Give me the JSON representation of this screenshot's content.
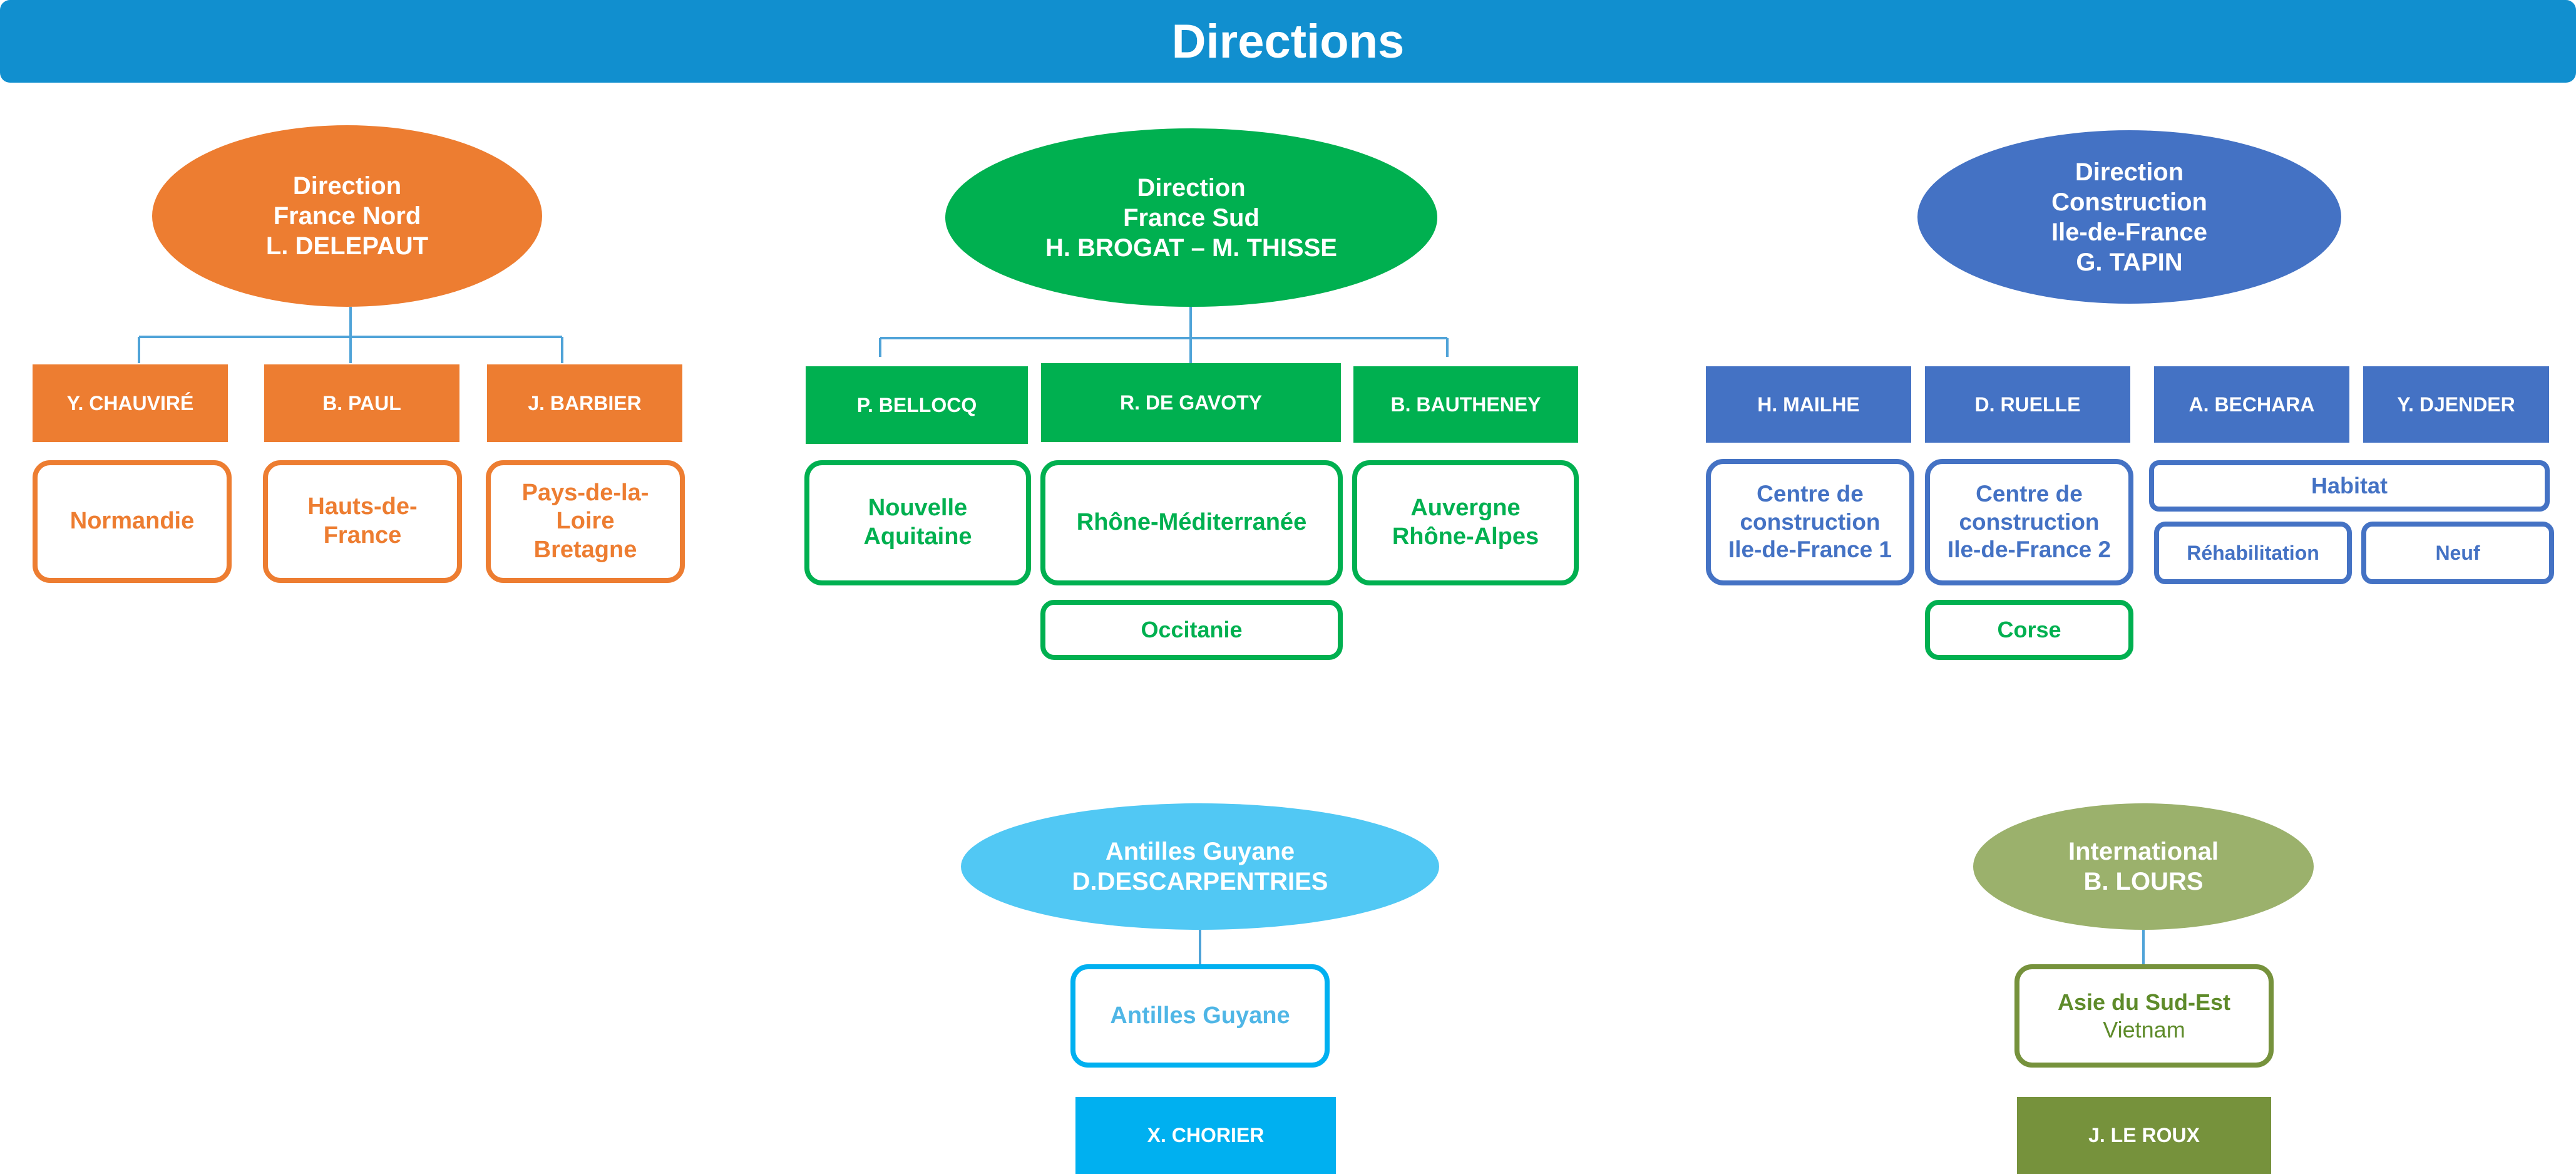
{
  "header": {
    "title": "Directions"
  },
  "colors": {
    "header": "#118FCF",
    "nord": "#ED7D31",
    "sud": "#00B050",
    "construction": "#4472C4",
    "antilles_oval": "#51C8F4",
    "antilles_text": "#4FB6E6",
    "antilles_box": "#00B0F0",
    "international_oval": "#9BB16C",
    "international_text": "#5E8B2A",
    "international_box": "#76923C",
    "connector": "#4FA3D8"
  },
  "nord": {
    "oval_lines": [
      "Direction",
      "France Nord",
      "L. DELEPAUT"
    ],
    "people": [
      "Y. CHAUVIRÉ",
      "B. PAUL",
      "J. BARBIER"
    ],
    "regions": [
      {
        "lines": [
          "Normandie"
        ]
      },
      {
        "lines": [
          "Hauts-de-",
          "France"
        ]
      },
      {
        "lines": [
          "Pays-de-la-",
          "Loire",
          "Bretagne"
        ]
      }
    ]
  },
  "sud": {
    "oval_lines": [
      "Direction",
      "France Sud",
      "H. BROGAT – M. THISSE"
    ],
    "people": [
      "P. BELLOCQ",
      "R. DE GAVOTY",
      "B. BAUTHENEY"
    ],
    "regions": [
      {
        "lines": [
          "Nouvelle",
          "Aquitaine"
        ]
      },
      {
        "lines": [
          "Rhône-Méditerranée"
        ]
      },
      {
        "lines": [
          "Auvergne",
          "Rhône-Alpes"
        ]
      }
    ],
    "extra_region": "Occitanie"
  },
  "construction": {
    "oval_lines": [
      "Direction",
      "Construction",
      "Ile-de-France",
      "G. TAPIN"
    ],
    "people": [
      "H. MAILHE",
      "D. RUELLE",
      "A. BECHARA",
      "Y. DJENDER"
    ],
    "regions": [
      {
        "lines": [
          "Centre de",
          "construction",
          "Ile-de-France 1"
        ]
      },
      {
        "lines": [
          "Centre de",
          "construction",
          "Ile-de-France 2"
        ]
      }
    ],
    "habitat": "Habitat",
    "rehabilitation": "Réhabilitation",
    "neuf": "Neuf",
    "corse": "Corse"
  },
  "antilles": {
    "oval_lines": [
      "Antilles Guyane",
      "D.DESCARPENTRIES"
    ],
    "region": "Antilles Guyane",
    "person": "X. CHORIER"
  },
  "international": {
    "oval_lines": [
      "International",
      "B. LOURS"
    ],
    "region_title": "Asie du Sud-Est",
    "region_sub": "Vietnam",
    "person": "J. LE ROUX"
  }
}
